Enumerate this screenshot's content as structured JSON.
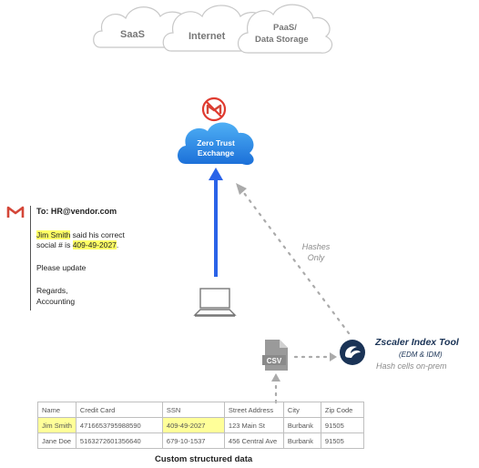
{
  "clouds": {
    "saas": "SaaS",
    "internet": "Internet",
    "paas_line1": "PaaS/",
    "paas_line2": "Data Storage"
  },
  "zte": {
    "line1": "Zero Trust",
    "line2": "Exchange"
  },
  "email": {
    "to": "To: HR@vendor.com",
    "name_hl": "Jim Smith",
    "text1": " said his correct",
    "text2": "social # is ",
    "ssn_hl": "409-49-2027",
    "text2_end": ".",
    "please": "Please update",
    "regards": "Regards,",
    "sender": "Accounting"
  },
  "hashes": {
    "line1": "Hashes",
    "line2": "Only"
  },
  "csv_label": "CSV",
  "tool": {
    "title": "Zscaler Index Tool",
    "subtitle": "(EDM & IDM)",
    "note": "Hash cells on-prem"
  },
  "table": {
    "headers": [
      "Name",
      "Credit Card",
      "SSN",
      "Street Address",
      "City",
      "Zip Code"
    ],
    "rows": [
      [
        "Jim Smith",
        "4716653795988590",
        "409-49-2027",
        "123 Main St",
        "Burbank",
        "91505"
      ],
      [
        "Jane Doe",
        "5163272601356640",
        "679-10-1537",
        "456 Central Ave",
        "Burbank",
        "91505"
      ]
    ],
    "caption": "Custom structured data"
  },
  "colors": {
    "arrow_blue": "#2a63e8",
    "zte_blue": "#2c8fe8",
    "tool_navy": "#1a3356",
    "highlight": "#ffff66"
  }
}
